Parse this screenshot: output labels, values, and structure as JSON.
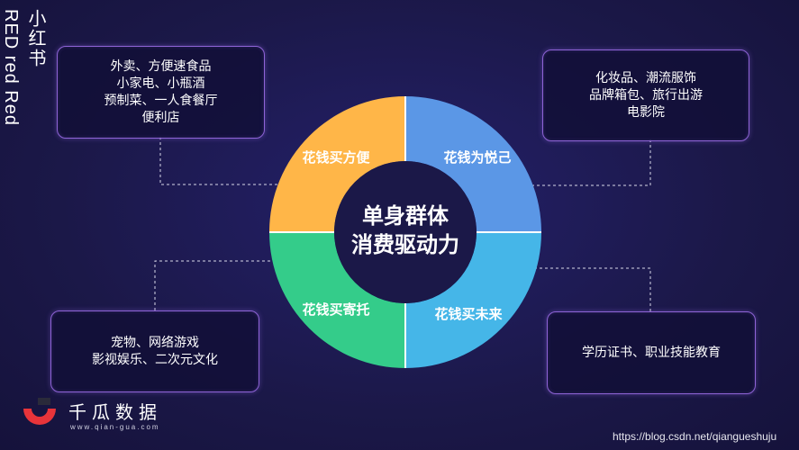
{
  "side_title": {
    "cn": "小红书",
    "en": "RED red Red"
  },
  "center": {
    "line1": "单身群体",
    "line2": "消费驱动力"
  },
  "segments": [
    {
      "label": "花钱买方便",
      "color": "#ffb648"
    },
    {
      "label": "花钱为悦己",
      "color": "#5b97e6"
    },
    {
      "label": "花钱买未来",
      "color": "#45b6e8"
    },
    {
      "label": "花钱买寄托",
      "color": "#34cc8a"
    }
  ],
  "boxes": {
    "top_left": [
      "外卖、方便速食品",
      "小家电、小瓶酒",
      "预制菜、一人食餐厅",
      "便利店"
    ],
    "top_right": [
      "化妆品、潮流服饰",
      "品牌箱包、旅行出游",
      "电影院"
    ],
    "bottom_left": [
      "宠物、网络游戏",
      "影视娱乐、二次元文化"
    ],
    "bottom_right": [
      "学历证书、职业技能教育"
    ]
  },
  "logo": {
    "name": "千瓜数据",
    "url": "www.qian-gua.com",
    "colors": {
      "red": "#e8343a",
      "dark": "#2a2a3a"
    }
  },
  "watermark": "https://blog.csdn.net/qiangueshuju",
  "ring_colors": {
    "inner": "#1b1848",
    "connector": "#d8d8e8"
  }
}
